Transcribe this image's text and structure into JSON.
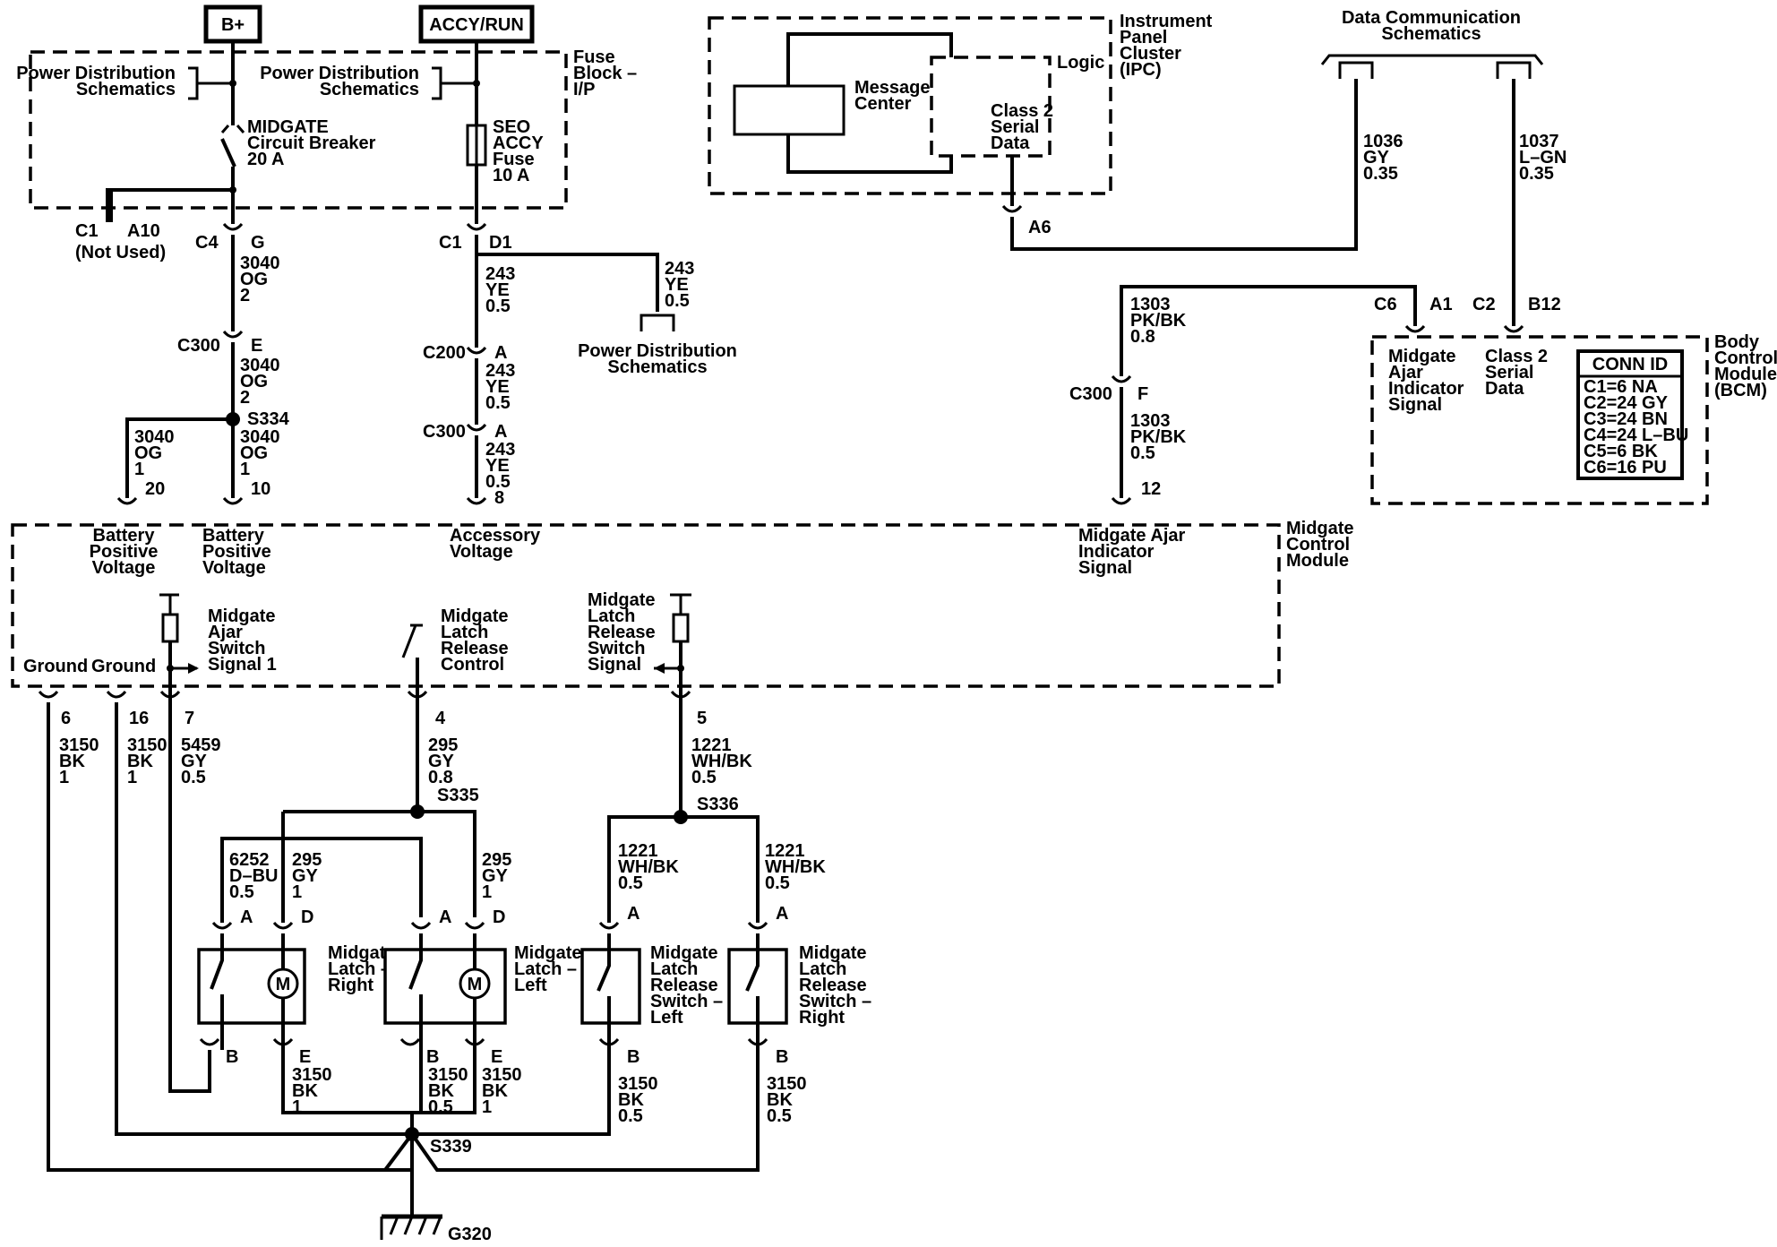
{
  "sources": {
    "b_plus": "B+",
    "accy_run": "ACCY/RUN"
  },
  "fuse_block": {
    "label": [
      "Fuse",
      "Block –",
      "I/P"
    ],
    "pds_left": [
      "Power Distribution",
      "Schematics"
    ],
    "pds_right": [
      "Power Distribution",
      "Schematics"
    ],
    "breaker": [
      "MIDGATE",
      "Circuit Breaker",
      "20 A"
    ],
    "fuse": [
      "SEO",
      "ACCY",
      "Fuse",
      "10 A"
    ],
    "c1_a10": {
      "c": "C1",
      "p": "A10",
      "note": "(Not Used)"
    },
    "c4_g": {
      "c": "C4",
      "p": "G"
    },
    "c1_d1": {
      "c": "C1",
      "p": "D1"
    }
  },
  "ipc": {
    "label": [
      "Instrument",
      "Panel",
      "Cluster",
      "(IPC)"
    ],
    "logic": "Logic",
    "message_center": [
      "Message",
      "Center"
    ],
    "serial": [
      "Class 2",
      "Serial",
      "Data"
    ],
    "pin": "A6"
  },
  "data_comm": {
    "label": [
      "Data Communication",
      "Schematics"
    ]
  },
  "wires": {
    "w3040_2a": [
      "3040",
      "OG",
      "2"
    ],
    "w3040_2b": [
      "3040",
      "OG",
      "2"
    ],
    "w3040_1a": [
      "3040",
      "OG",
      "1"
    ],
    "w3040_1b": [
      "3040",
      "OG",
      "1"
    ],
    "w243a": [
      "243",
      "YE",
      "0.5"
    ],
    "w243b": [
      "243",
      "YE",
      "0.5"
    ],
    "w243c": [
      "243",
      "YE",
      "0.5"
    ],
    "w243d": [
      "243",
      "YE",
      "0.5"
    ],
    "w1036": [
      "1036",
      "GY",
      "0.35"
    ],
    "w1037": [
      "1037",
      "L–GN",
      "0.35"
    ],
    "w1303a": [
      "1303",
      "PK/BK",
      "0.8"
    ],
    "w1303b": [
      "1303",
      "PK/BK",
      "0.5"
    ],
    "w3150_6": [
      "3150",
      "BK",
      "1"
    ],
    "w3150_16": [
      "3150",
      "BK",
      "1"
    ],
    "w5459": [
      "5459",
      "GY",
      "0.5"
    ],
    "w295a": [
      "295",
      "GY",
      "0.8"
    ],
    "w1221a": [
      "1221",
      "WH/BK",
      "0.5"
    ],
    "w6252": [
      "6252",
      "D–BU",
      "0.5"
    ],
    "w295b": [
      "295",
      "GY",
      "1"
    ],
    "w295c": [
      "295",
      "GY",
      "1"
    ],
    "w1221b": [
      "1221",
      "WH/BK",
      "0.5"
    ],
    "w1221c": [
      "1221",
      "WH/BK",
      "0.5"
    ],
    "w3150e1": [
      "3150",
      "BK",
      "1"
    ],
    "w3150b": [
      "3150",
      "BK",
      "0.5"
    ],
    "w3150e2": [
      "3150",
      "BK",
      "1"
    ],
    "w3150c": [
      "3150",
      "BK",
      "0.5"
    ],
    "w3150d": [
      "3150",
      "BK",
      "0.5"
    ]
  },
  "connectors": {
    "c300": "C300",
    "c300_e": "E",
    "c200": "C200",
    "c200_a": "A",
    "c300b": "C300",
    "c300b_a": "A",
    "c300c": "C300",
    "c300c_f": "F",
    "c6": "C6",
    "c6_a1": "A1",
    "c2": "C2",
    "c2_b12": "B12"
  },
  "splices": {
    "s334": "S334",
    "s335": "S335",
    "s336": "S336",
    "s339": "S339",
    "g320": "G320"
  },
  "pds_lower": [
    "Power Distribution",
    "Schematics"
  ],
  "bcm": {
    "label": [
      "Body",
      "Control",
      "Module",
      "(BCM)"
    ],
    "ajar": [
      "Midgate",
      "Ajar",
      "Indicator",
      "Signal"
    ],
    "serial": [
      "Class 2",
      "Serial",
      "Data"
    ],
    "conn_title": "CONN ID",
    "conn_ids": [
      "C1=6 NA",
      "C2=24 GY",
      "C3=24 BN",
      "C4=24 L–BU",
      "C5=6 BK",
      "C6=16 PU"
    ]
  },
  "mcm": {
    "label": [
      "Midgate",
      "Control",
      "Module"
    ],
    "batt1": [
      "Battery",
      "Positive",
      "Voltage"
    ],
    "batt2": [
      "Battery",
      "Positive",
      "Voltage"
    ],
    "accy": [
      "Accessory",
      "Voltage"
    ],
    "ajar_sig": [
      "Midgate Ajar",
      "Indicator",
      "Signal"
    ],
    "ground1": "Ground",
    "ground2": "Ground",
    "ajar_switch": [
      "Midgate",
      "Ajar",
      "Switch",
      "Signal 1"
    ],
    "latch_ctrl": [
      "Midgate",
      "Latch",
      "Release",
      "Control"
    ],
    "latch_sw": [
      "Midgate",
      "Latch",
      "Release",
      "Switch",
      "Signal"
    ],
    "pins": {
      "p20": "20",
      "p10": "10",
      "p8": "8",
      "p12": "12",
      "p6": "6",
      "p16": "16",
      "p7": "7",
      "p4": "4",
      "p5": "5"
    }
  },
  "components": {
    "latch_right": {
      "label": [
        "Midgate",
        "Latch –",
        "Right"
      ],
      "a": "A",
      "d": "D",
      "b": "B",
      "e": "E",
      "motor": "M"
    },
    "latch_left": {
      "label": [
        "Midgate",
        "Latch –",
        "Left"
      ],
      "a": "A",
      "d": "D",
      "b": "B",
      "e": "E",
      "motor": "M"
    },
    "sw_left": {
      "label": [
        "Midgate",
        "Latch",
        "Release",
        "Switch –",
        "Left"
      ],
      "a": "A",
      "b": "B"
    },
    "sw_right": {
      "label": [
        "Midgate",
        "Latch",
        "Release",
        "Switch –",
        "Right"
      ],
      "a": "A",
      "b": "B"
    }
  }
}
